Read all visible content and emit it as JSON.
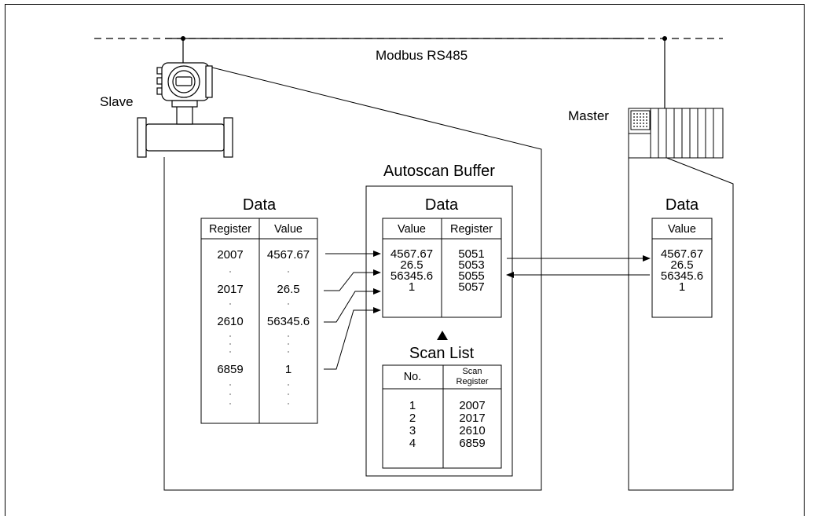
{
  "bus": {
    "label": "Modbus RS485"
  },
  "slave": {
    "label": "Slave"
  },
  "master": {
    "label": "Master"
  },
  "autoscan": {
    "title": "Autoscan Buffer"
  },
  "slave_data": {
    "title": "Data",
    "header_register": "Register",
    "header_value": "Value",
    "rows": [
      {
        "register": "2007",
        "value": "4567.67"
      },
      {
        "register": "2017",
        "value": "26.5"
      },
      {
        "register": "2610",
        "value": "56345.6"
      },
      {
        "register": "6859",
        "value": "1"
      }
    ]
  },
  "buffer_data": {
    "title": "Data",
    "header_value": "Value",
    "header_register": "Register",
    "values": [
      "4567.67",
      "26.5",
      "56345.6",
      "1"
    ],
    "registers": [
      "5051",
      "5053",
      "5055",
      "5057"
    ]
  },
  "scan_list": {
    "title": "Scan List",
    "header_no": "No.",
    "header_scan": "Scan",
    "header_register": "Register",
    "numbers": [
      "1",
      "2",
      "3",
      "4"
    ],
    "registers": [
      "2007",
      "2017",
      "2610",
      "6859"
    ]
  },
  "master_data": {
    "title": "Data",
    "header_value": "Value",
    "values": [
      "4567.67",
      "26.5",
      "56345.6",
      "1"
    ]
  }
}
